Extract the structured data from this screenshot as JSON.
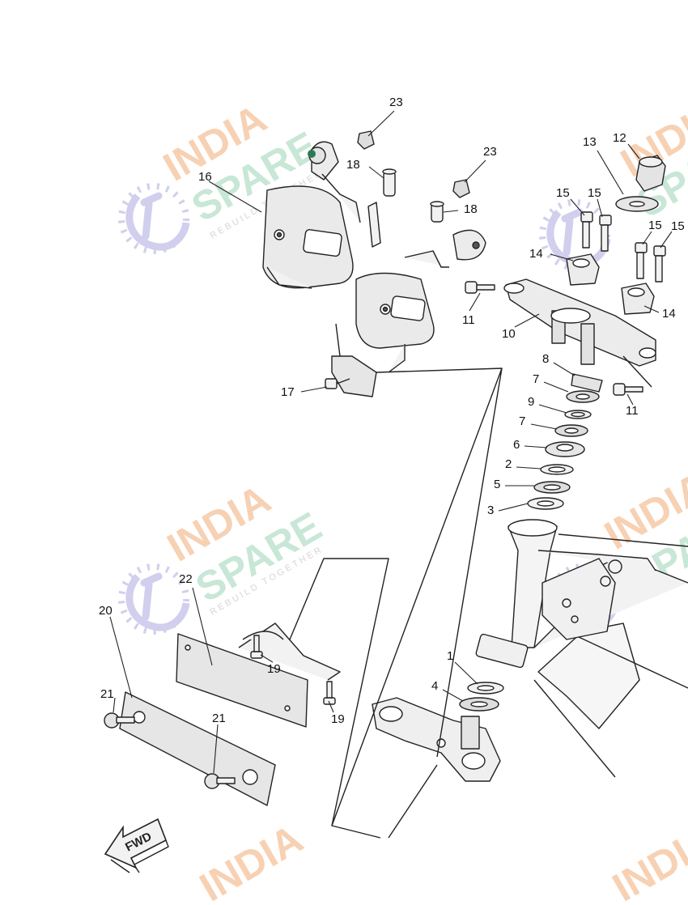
{
  "diagram": {
    "watermark": {
      "line1": "INDIA",
      "line2": "SPARE",
      "tagline": "REBUILD TOGETHER"
    },
    "fwd_label": "FWD",
    "colors": {
      "watermark_orange": "#f6c9a6",
      "watermark_green": "#bfe3cf",
      "watermark_purple": "#c9c7ea",
      "line": "#222222",
      "part_fill": "#e9e9e9"
    },
    "labels": [
      {
        "id": "l23a",
        "text": "23"
      },
      {
        "id": "l23b",
        "text": "23"
      },
      {
        "id": "l18a",
        "text": "18"
      },
      {
        "id": "l18b",
        "text": "18"
      },
      {
        "id": "l16",
        "text": "16"
      },
      {
        "id": "l17",
        "text": "17"
      },
      {
        "id": "l13",
        "text": "13"
      },
      {
        "id": "l12",
        "text": "12"
      },
      {
        "id": "l15a",
        "text": "15"
      },
      {
        "id": "l15b",
        "text": "15"
      },
      {
        "id": "l15c",
        "text": "15"
      },
      {
        "id": "l15d",
        "text": "15"
      },
      {
        "id": "l14a",
        "text": "14"
      },
      {
        "id": "l14b",
        "text": "14"
      },
      {
        "id": "l11a",
        "text": "11"
      },
      {
        "id": "l11b",
        "text": "11"
      },
      {
        "id": "l10",
        "text": "10"
      },
      {
        "id": "l8",
        "text": "8"
      },
      {
        "id": "l7a",
        "text": "7"
      },
      {
        "id": "l9",
        "text": "9"
      },
      {
        "id": "l7b",
        "text": "7"
      },
      {
        "id": "l6",
        "text": "6"
      },
      {
        "id": "l2",
        "text": "2"
      },
      {
        "id": "l5",
        "text": "5"
      },
      {
        "id": "l3",
        "text": "3"
      },
      {
        "id": "l22",
        "text": "22"
      },
      {
        "id": "l20",
        "text": "20"
      },
      {
        "id": "l19a",
        "text": "19"
      },
      {
        "id": "l19b",
        "text": "19"
      },
      {
        "id": "l21a",
        "text": "21"
      },
      {
        "id": "l21b",
        "text": "21"
      },
      {
        "id": "l1",
        "text": "1"
      },
      {
        "id": "l4",
        "text": "4"
      }
    ]
  }
}
